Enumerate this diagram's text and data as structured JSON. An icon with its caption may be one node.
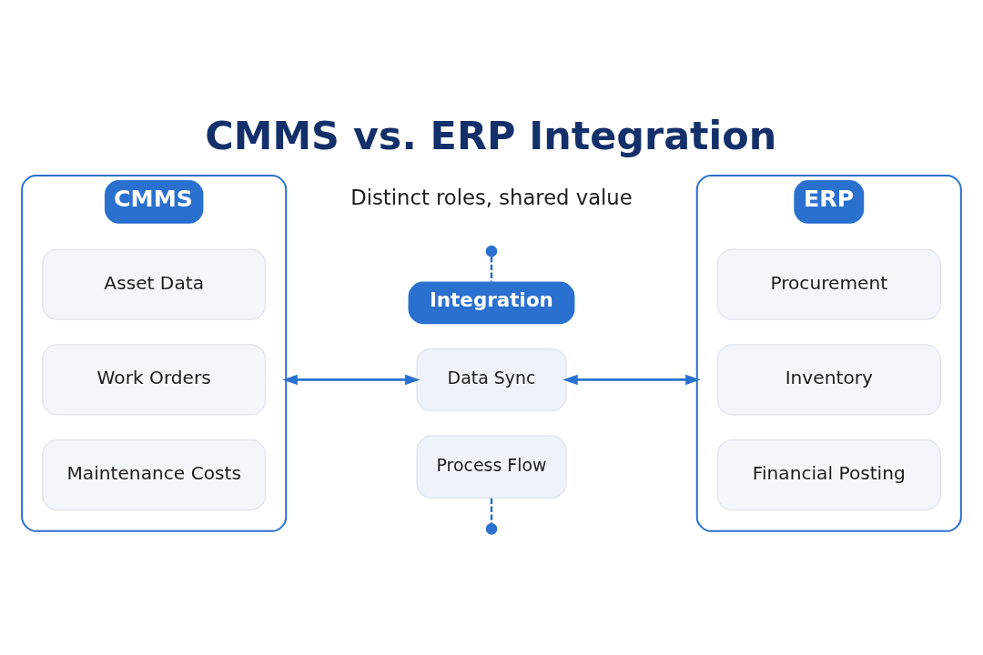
{
  "diagram": {
    "title": "CMMS vs. ERP Integration",
    "nodes": [
      {
        "text": [
          "CMMS"
        ]
      },
      {
        "text": [
          "Asset Data"
        ],
        "in": 0
      },
      {
        "text": [
          "Work Orders"
        ],
        "in": 0
      },
      {
        "text": [
          "Maintenance Costs"
        ],
        "in": 0
      },
      {
        "text": [
          "Integration"
        ]
      },
      {
        "text": [
          "Data Sync"
        ]
      },
      {
        "text": [
          "Process Flow"
        ]
      },
      {
        "text": [
          "ERP"
        ]
      },
      {
        "text": [
          "Procurement"
        ],
        "in": 7
      },
      {
        "text": [
          "Inventory"
        ],
        "in": 7
      },
      {
        "text": [
          "Financial Posting"
        ],
        "in": 7
      },
      {
        "text": [],
        "shape": "circle"
      },
      {
        "text": [],
        "shape": "circle"
      }
    ],
    "edges": [
      {
        "from": 0,
        "to": 5,
        "arrow": "both"
      },
      {
        "from": 5,
        "to": 7,
        "arrow": "both"
      },
      {
        "from": 11,
        "to": 4,
        "arrow": "none",
        "style": "dashed"
      },
      {
        "from": 6,
        "to": 12,
        "arrow": "none",
        "style": "dashed"
      }
    ],
    "labels": [
      "Distinct roles, shared value"
    ]
  }
}
